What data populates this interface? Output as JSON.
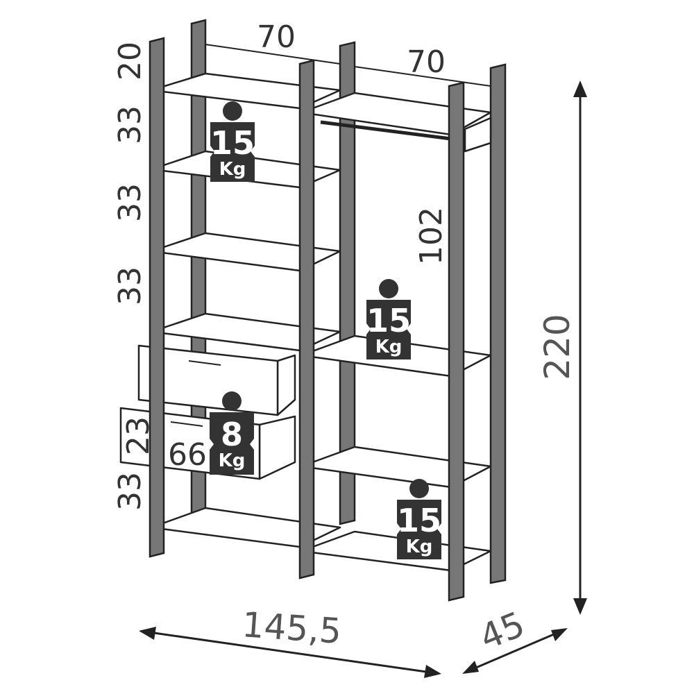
{
  "dimensions": {
    "top_width_left": "70",
    "top_width_right": "70",
    "left_heights": [
      "20",
      "33",
      "33",
      "33",
      "23",
      "33"
    ],
    "drawer_width": "66",
    "hanging_height": "102",
    "total_height": "220",
    "total_width": "145,5",
    "depth": "45"
  },
  "load_tags": [
    {
      "value": "15",
      "unit": "Kg"
    },
    {
      "value": "15",
      "unit": "Kg"
    },
    {
      "value": "8",
      "unit": "Kg"
    },
    {
      "value": "15",
      "unit": "Kg"
    }
  ],
  "colors": {
    "frame": "#777777",
    "outline": "#222222",
    "tag": "#333333"
  }
}
